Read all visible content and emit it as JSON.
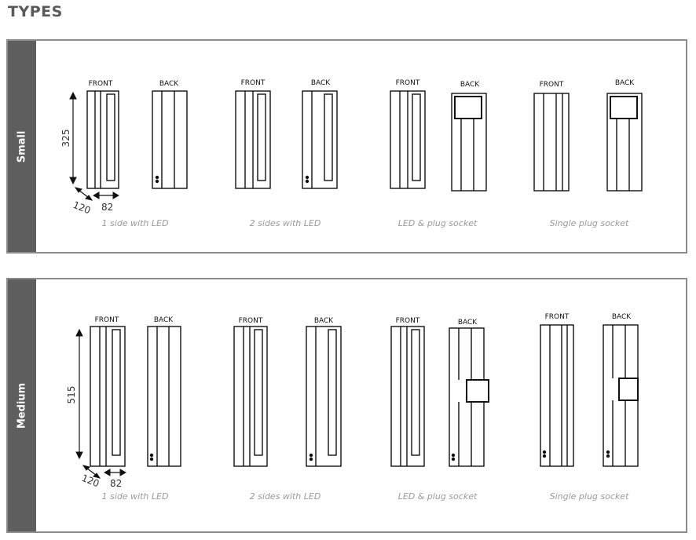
{
  "page": {
    "title": "TYPES"
  },
  "labels": {
    "front": "FRONT",
    "back": "BACK"
  },
  "sections": [
    {
      "name": "Small",
      "height_dim": "325",
      "depth_dim": "120",
      "width_dim": "82",
      "captions": [
        "1 side with LED",
        "2 sides with LED",
        "LED & plug socket",
        "Single plug socket"
      ]
    },
    {
      "name": "Medium",
      "height_dim": "515",
      "depth_dim": "120",
      "width_dim": "82",
      "captions": [
        "1 side with LED",
        "2 sides with LED",
        "LED & plug socket",
        "Single plug socket"
      ]
    }
  ]
}
